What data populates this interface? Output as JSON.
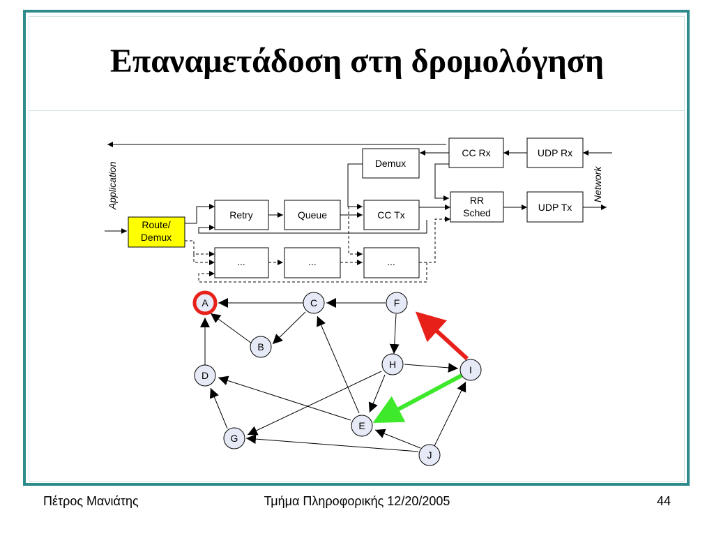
{
  "slide": {
    "title": "Επαναμετάδοση στη δρομολόγηση",
    "footer_left": "Πέτρος Μανιάτης",
    "footer_center": "Τμήμα Πληροφορικής 12/20/2005",
    "page_number": "44"
  },
  "block_diagram": {
    "label_application": "Application",
    "label_network": "Network",
    "blocks": {
      "route_demux_line1": "Route/",
      "route_demux_line2": "Demux",
      "retry": "Retry",
      "queue": "Queue",
      "cc_tx": "CC Tx",
      "demux": "Demux",
      "cc_rx": "CC Rx",
      "udp_rx": "UDP Rx",
      "rr_sched_line1": "RR",
      "rr_sched_line2": "Sched",
      "udp_tx": "UDP Tx",
      "ellipsis_1": "...",
      "ellipsis_2": "...",
      "ellipsis_3": "..."
    }
  },
  "graph": {
    "nodes": [
      "A",
      "B",
      "C",
      "D",
      "E",
      "F",
      "G",
      "H",
      "I",
      "J"
    ],
    "highlighted_node": "A",
    "colors": {
      "node_fill": "#e6eaf6",
      "highlight_ring": "#e8201a",
      "red_edge": "#e8201a",
      "green_edge": "#3ee82a",
      "route_demux_fill": "#ffff00",
      "frame": "#2e8b8b"
    }
  }
}
